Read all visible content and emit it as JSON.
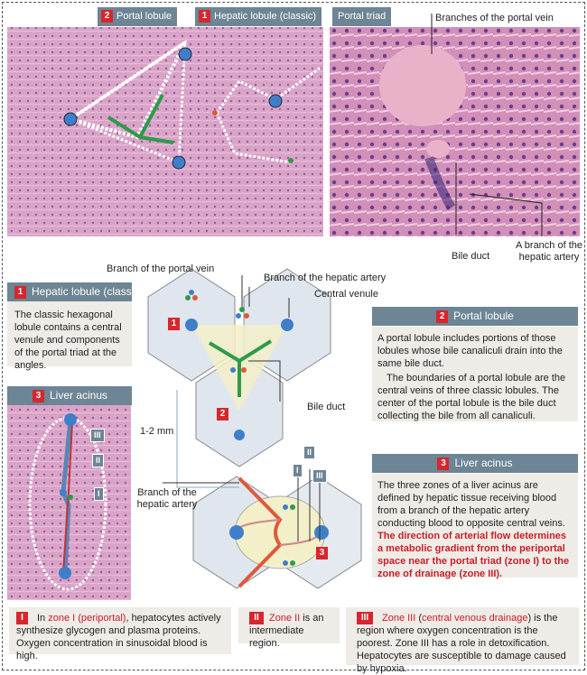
{
  "top": {
    "portal_lobule_label": "Portal lobule",
    "portal_lobule_num": "2",
    "hepatic_lobule_label": "Hepatic lobule (classic)",
    "hepatic_lobule_num": "1",
    "portal_triad_label": "Portal triad",
    "callout_portal_vein": "Branches of the portal vein",
    "callout_bile_duct": "Bile duct",
    "callout_hepatic_artery": "A branch of the hepatic artery"
  },
  "diagram": {
    "branch_portal_vein": "Branch of the portal vein",
    "branch_hepatic_artery": "Branch of the hepatic artery",
    "central_venule": "Central venule",
    "bile_duct": "Bile duct",
    "scale": "1-2 mm",
    "branch_hepatic_artery_lower": "Branch of the hepatic artery",
    "marker1": "1",
    "marker2": "2",
    "marker3": "3",
    "zone1": "I",
    "zone2": "II",
    "zone3": "III"
  },
  "hepatic_box": {
    "num": "1",
    "title": "Hepatic lobule (classic)",
    "text": "The classic hexagonal lobule contains a central venule and components of the portal triad at the angles."
  },
  "acinus_photo_box": {
    "num": "3",
    "title": "Liver acinus",
    "zone1": "I",
    "zone2": "II",
    "zone3": "III"
  },
  "portal_box": {
    "num": "2",
    "title": "Portal lobule",
    "p1": "A portal lobule includes portions of those lobules whose bile canaliculi drain into the same bile duct.",
    "p2": "The boundaries of a portal lobule are the central veins of three classic lobules. The center of the portal lobule is the bile duct collecting the bile from all canaliculi."
  },
  "acinus_box": {
    "num": "3",
    "title": "Liver acinus",
    "text": "The three zones of a liver acinus are defined by hepatic tissue receiving blood from a branch of the hepatic artery conducting blood to opposite central veins. ",
    "highlight": "The direction of arterial flow determines a metabolic gradient from the periportal space near the portal triad (zone I) to the zone of drainage (zone III)."
  },
  "zones": [
    {
      "num": "I",
      "pre": "In ",
      "em": "zone I (periportal)",
      "post": ", hepatocytes actively synthesize glycogen and plasma proteins. Oxygen concentration in sinusoidal blood is high."
    },
    {
      "num": "II",
      "pre": "",
      "em": "Zone II",
      "post": " is an intermediate region."
    },
    {
      "num": "III",
      "pre": "",
      "em": "Zone III",
      "mid": " (",
      "em2": "central venous drainage",
      "post": ") is the region where oxygen concentration is the poorest. Zone III has a role in detoxification. Hepatocytes are susceptible to damage caused by hypoxia."
    }
  ],
  "colors": {
    "header": "#6d8594",
    "red": "#d7262e",
    "portal_vein": "#3f7fc9",
    "artery": "#e0583a",
    "bile": "#2e9a4a",
    "tissue": "#d9a0c4"
  }
}
